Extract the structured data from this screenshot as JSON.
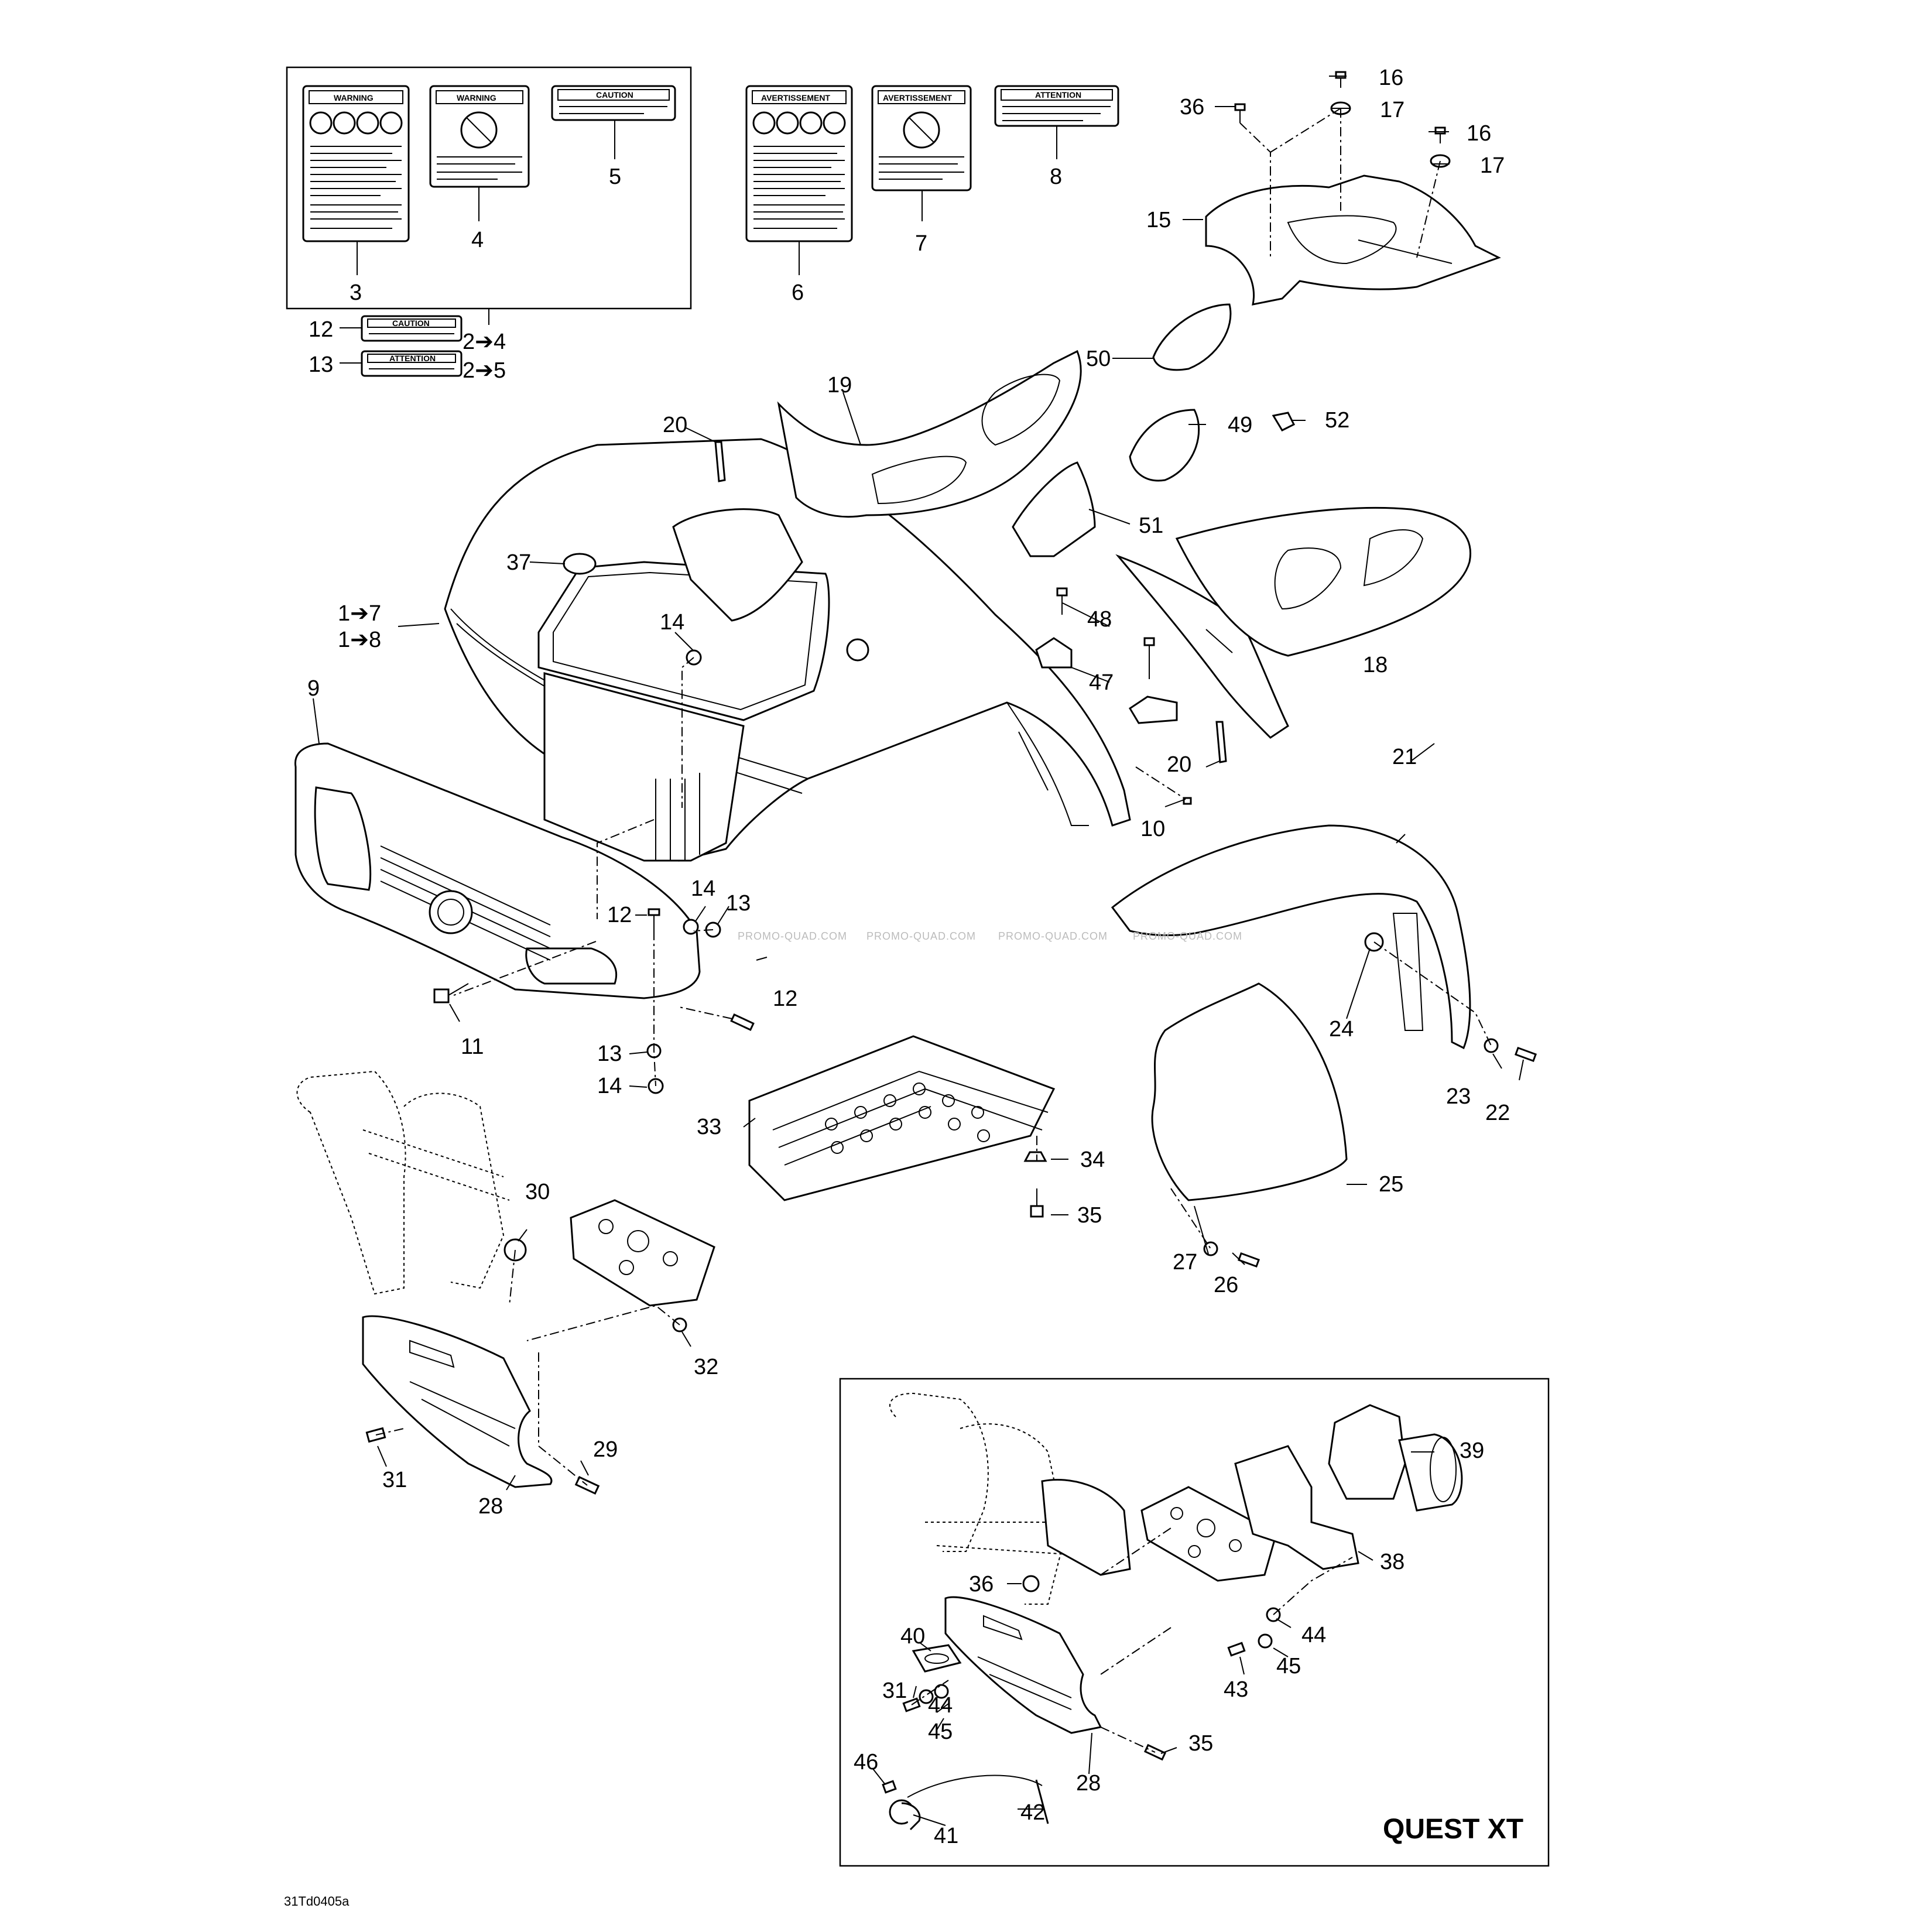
{
  "diagram_code": "31Td0405a",
  "watermark": "PROMO-QUAD.COM",
  "model_box_title": "QUEST XT",
  "kit_refs": {
    "a": "2➔4",
    "b": "2➔5",
    "c": "1➔7",
    "d": "1➔8"
  },
  "decals": {
    "warning": "WARNING",
    "caution": "CAUTION",
    "avertissement": "AVERTISSEMENT",
    "attention": "ATTENTION"
  },
  "callouts": {
    "c3": "3",
    "c4": "4",
    "c5": "5",
    "c6": "6",
    "c7": "7",
    "c8": "8",
    "c9": "9",
    "c10": "10",
    "c11": "11",
    "c12a": "12",
    "c12b": "12",
    "c12c": "12",
    "c13a": "13",
    "c13b": "13",
    "c13c": "13",
    "c14a": "14",
    "c14b": "14",
    "c14c": "14",
    "c15": "15",
    "c16a": "16",
    "c16b": "16",
    "c17a": "17",
    "c17b": "17",
    "c18": "18",
    "c19": "19",
    "c20a": "20",
    "c20b": "20",
    "c21": "21",
    "c22": "22",
    "c23": "23",
    "c24": "24",
    "c25": "25",
    "c26": "26",
    "c27": "27",
    "c28a": "28",
    "c28b": "28",
    "c29": "29",
    "c30": "30",
    "c31a": "31",
    "c31b": "31",
    "c32": "32",
    "c33": "33",
    "c34": "34",
    "c35a": "35",
    "c35b": "35",
    "c36a": "36",
    "c36b": "36",
    "c37": "37",
    "c38": "38",
    "c39": "39",
    "c40": "40",
    "c41": "41",
    "c42": "42",
    "c43": "43",
    "c44a": "44",
    "c44b": "44",
    "c45a": "45",
    "c45b": "45",
    "c46": "46",
    "c47": "47",
    "c48": "48",
    "c49": "49",
    "c50": "50",
    "c51": "51",
    "c52": "52"
  }
}
